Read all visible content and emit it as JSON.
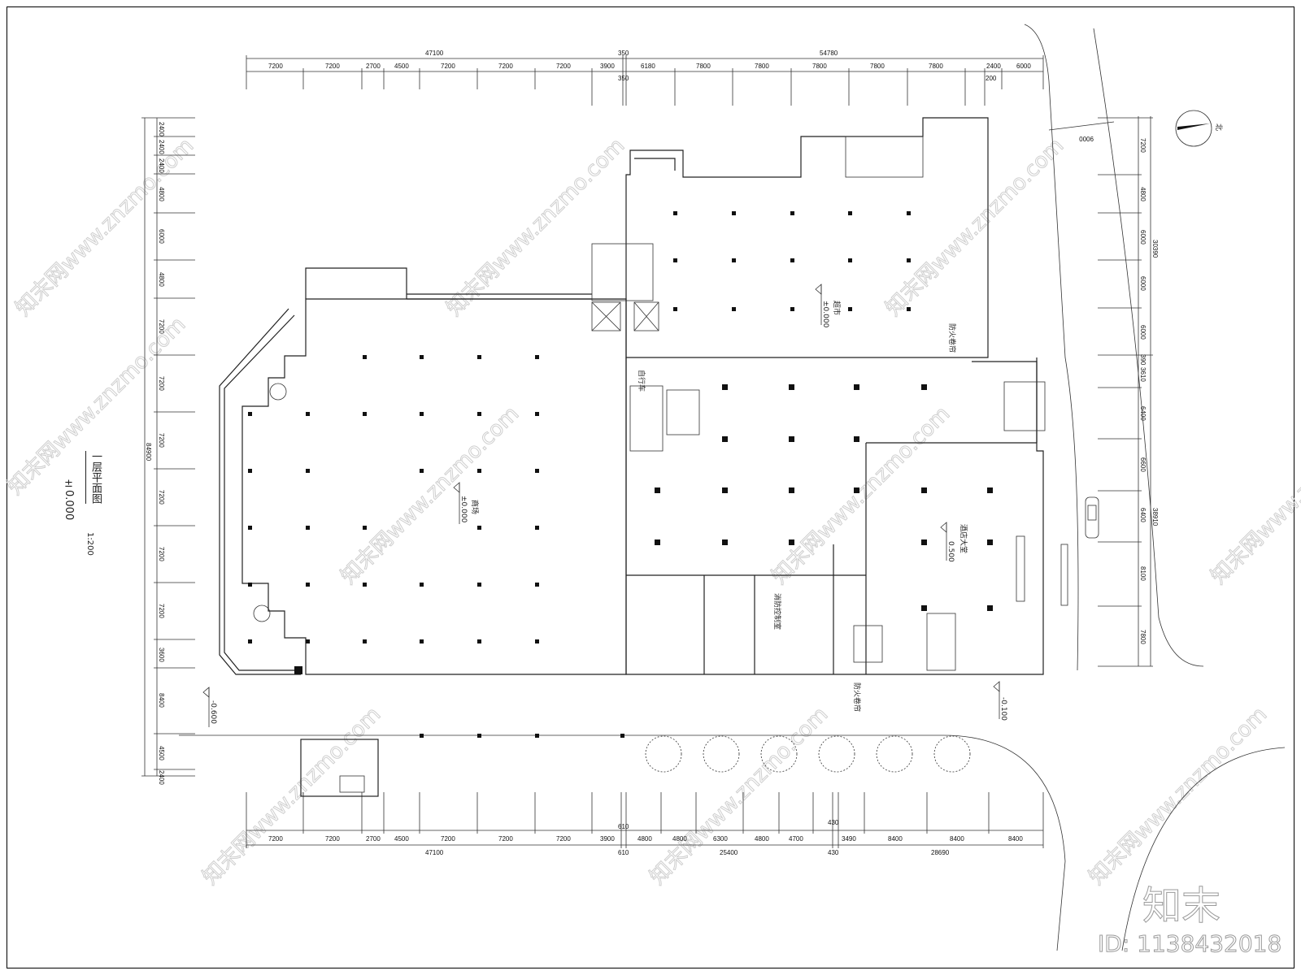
{
  "drawing": {
    "title": "一层平面图",
    "elevation": "±0.000",
    "scale": "1:200",
    "north_label": "北"
  },
  "dimensions": {
    "top_total_left": "47100",
    "top_total_right": "54780",
    "top_gap": "350",
    "top_segments_left": [
      "7200",
      "7200",
      "2700",
      "4500",
      "7200",
      "7200",
      "7200",
      "3900"
    ],
    "top_segments_right": [
      "6180",
      "7800",
      "7800",
      "7800",
      "7800",
      "7800",
      "2400",
      "6000"
    ],
    "top_small": "200",
    "bottom_total_left": "47100",
    "bottom_total_mid": "25400",
    "bottom_total_right": "28690",
    "bottom_gap_1": "610",
    "bottom_gap_2": "430",
    "bottom_segments_left": [
      "7200",
      "7200",
      "2700",
      "4500",
      "7200",
      "7200",
      "7200",
      "3900"
    ],
    "bottom_segments_mid": [
      "4800",
      "4800",
      "6300",
      "4800",
      "4700"
    ],
    "bottom_segments_right": [
      "3490",
      "8400",
      "8400",
      "8400"
    ],
    "left_total": "84900",
    "left_segments": [
      "2400",
      "2400",
      "2400",
      "4800",
      "6000",
      "4800",
      "7200",
      "7200",
      "7200",
      "7200",
      "7200",
      "7200",
      "3600",
      "8400",
      "4500",
      "2400"
    ],
    "right_total_upper": "30390",
    "right_total_lower": "38910",
    "right_segments_upper": [
      "7200",
      "4800",
      "6000",
      "6000",
      "6000",
      "390",
      "3610"
    ],
    "right_segments_lower": [
      "6400",
      "6600",
      "6400",
      "8100",
      "7800"
    ],
    "road_offset": "9000"
  },
  "rooms": {
    "supermarket": {
      "name": "超市",
      "level": "±0.000"
    },
    "mall": {
      "name": "商场",
      "level": "±0.000"
    },
    "hotel_lobby": {
      "name": "酒店大堂",
      "level": "0.500"
    },
    "fire_control": {
      "name": "消防控制室"
    },
    "note_1": "防火卷帘",
    "note_2": "防火卷帘",
    "bike": "自行车"
  },
  "levels": {
    "outdoor_left": "-0.600",
    "outdoor_right": "-0.100"
  },
  "watermark": {
    "brand": "知末",
    "id_label": "ID: 1138432018",
    "repeat_text": "知末网www.znzmo.com"
  },
  "colors": {
    "line": "#222222",
    "watermark": "#cfcfcf",
    "background": "#ffffff"
  }
}
